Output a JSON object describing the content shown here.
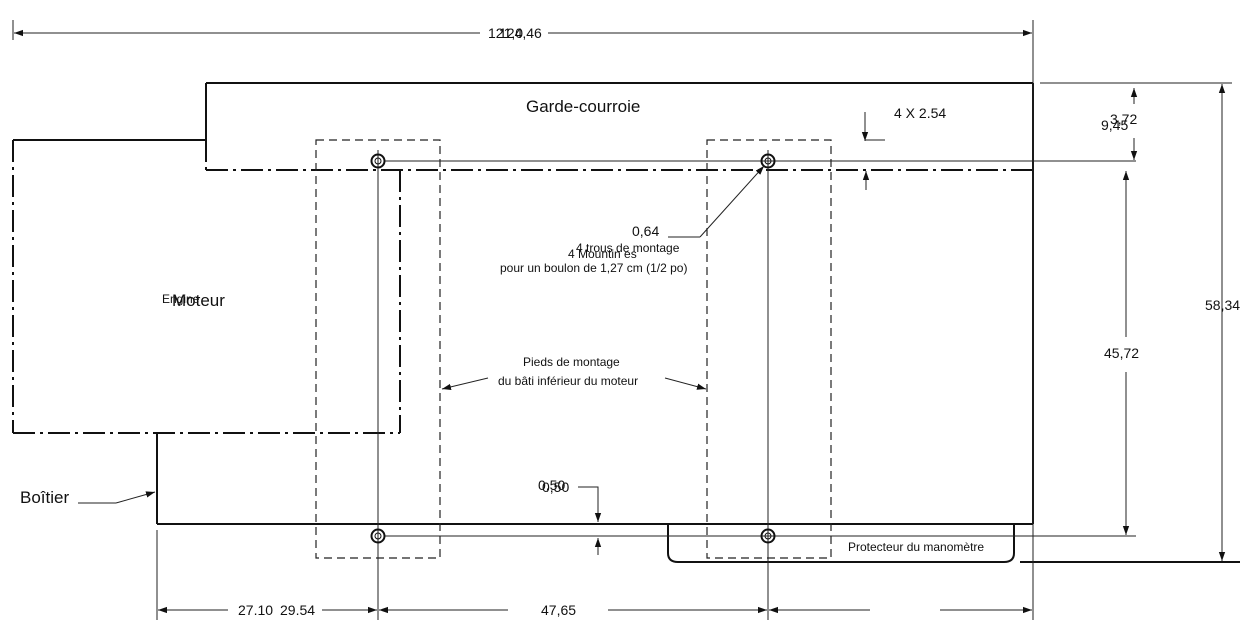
{
  "labels": {
    "belt_guard": "Garde-courroie",
    "motor": "Moteur",
    "motor_ghost": "Engine",
    "housing": "Boîtier",
    "mounting_holes_ghost": "4 Mountin      es",
    "mounting_holes_line1": "4 trous de montage",
    "mounting_holes_line2": "pour un boulon de 1,27 cm (1/2 po)",
    "mounting_feet_line1": "Pieds de montage",
    "mounting_feet_line2": "du bâti inférieur du moteur",
    "gauge_guard": "Protecteur du manomètre"
  },
  "dimensions": {
    "overall_width_a": "121,0",
    "overall_width_b": "124,46",
    "hole_size": "4 X 2.54",
    "top_right_a": "3,72",
    "top_right_b": "9,45",
    "hole_diameter": "0,64",
    "overall_height": "58,34",
    "body_height": "45,72",
    "bottom_offset_a": "0,50",
    "bottom_offset_b": "0,50",
    "left_offset_a": "27.10",
    "left_offset_b": "29.54",
    "hole_spacing": "47,65"
  }
}
